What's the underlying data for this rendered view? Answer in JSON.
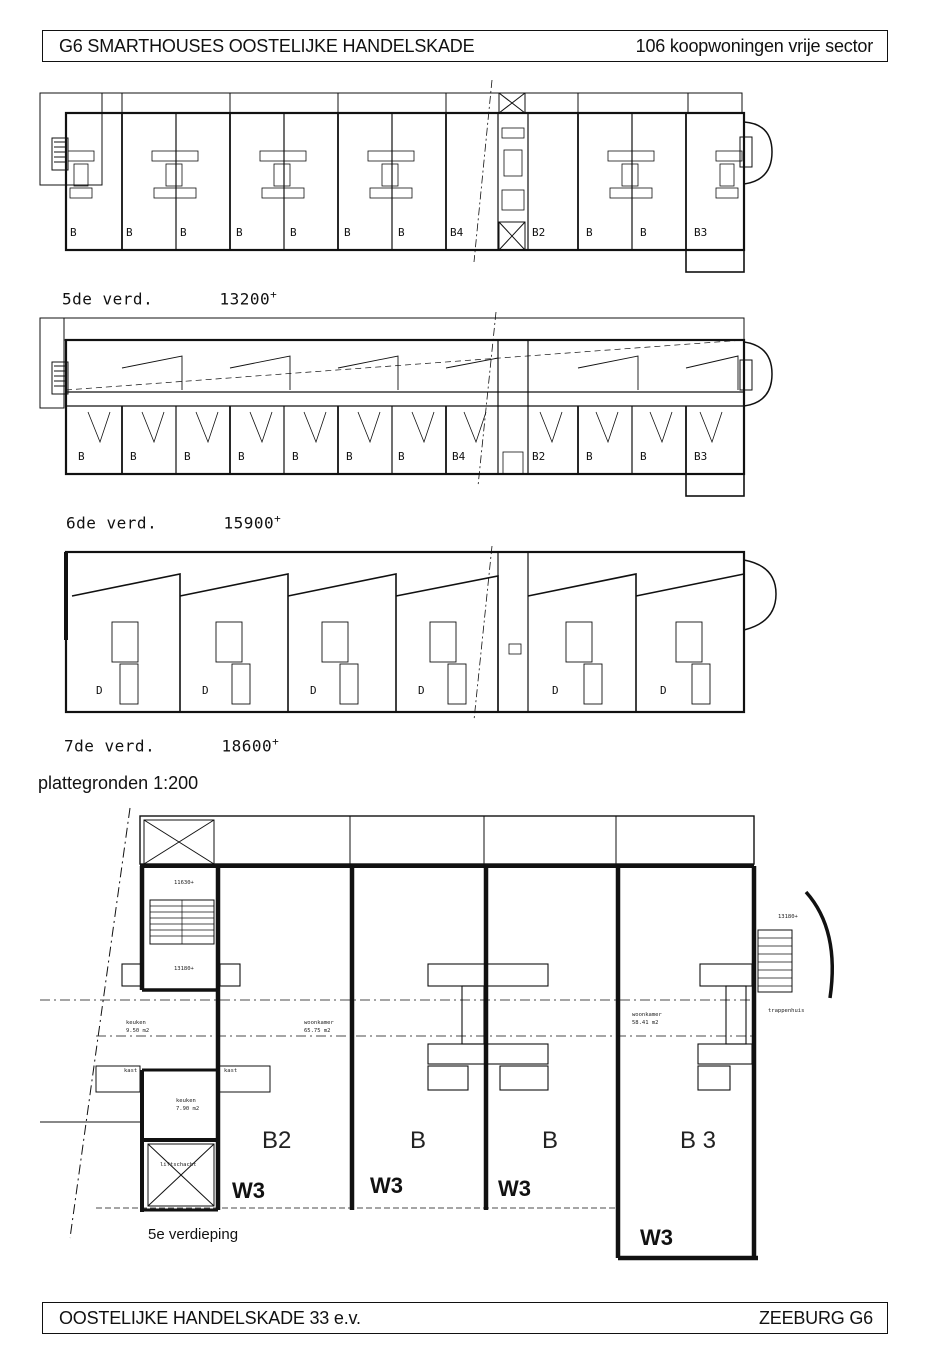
{
  "header": {
    "title": "G6 SMARTHOUSES OOSTELIJKE HANDELSKADE",
    "subtitle": "106 koopwoningen vrije sector"
  },
  "floors": [
    {
      "name": "5de verd.",
      "level": "13200",
      "mark": "+",
      "units": [
        "B",
        "B",
        "B",
        "B",
        "B",
        "B",
        "B",
        "B4",
        "B2",
        "B",
        "B",
        "B3"
      ]
    },
    {
      "name": "6de verd.",
      "level": "15900",
      "mark": "+",
      "units": [
        "B",
        "B",
        "B",
        "B",
        "B",
        "B",
        "B",
        "B4",
        "B2",
        "B",
        "B",
        "B3"
      ]
    },
    {
      "name": "7de verd.",
      "level": "18600",
      "mark": "+",
      "units": [
        "D",
        "D",
        "D",
        "D",
        "D",
        "D"
      ]
    }
  ],
  "plan_caption": "plattegronden 1:200",
  "detail": {
    "caption": "5e verdieping",
    "units": [
      "B2",
      "B",
      "B",
      "B 3"
    ],
    "type_labels": [
      "W3",
      "W3",
      "W3",
      "W3"
    ],
    "small_labels": {
      "level_top": "11630+",
      "level_mid": "13180+",
      "level_right": "13180+",
      "trappenhuis": "trappenhuis",
      "keuken1": "keuken",
      "keuken1_area": "9.50 m2",
      "keuken2": "keuken",
      "keuken2_area": "7.90 m2",
      "woonkamer1": "woonkamer",
      "woonkamer1_area": "65.75 m2",
      "woonkamer2": "woonkamer",
      "woonkamer2_area": "58.41 m2",
      "kast1": "kast",
      "kast2": "kast",
      "liftschacht": "liftschacht"
    }
  },
  "footer": {
    "address": "OOSTELIJKE HANDELSKADE 33 e.v.",
    "project": "ZEEBURG G6"
  }
}
